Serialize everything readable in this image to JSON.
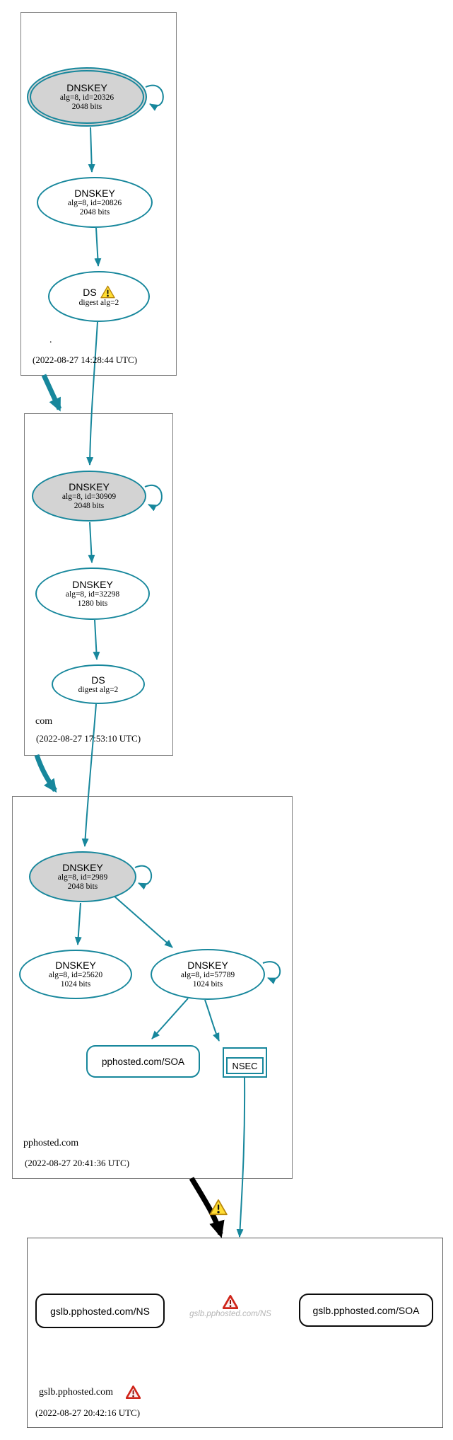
{
  "colors": {
    "edge_secure": "#17879c",
    "edge_error": "#000000",
    "ksk_fill": "#d3d3d3",
    "node_fill": "#ffffff",
    "box_border": "#7d7d7d",
    "warning_fill": "#ffdd33",
    "warning_border": "#b8860b",
    "error_fill": "#fdeeee",
    "error_border": "#cf251a",
    "missing_text": "#b5b5b5"
  },
  "icons": {
    "warning": "warning-triangle-icon",
    "error": "error-triangle-icon"
  },
  "zones": {
    "root": {
      "label": ".",
      "timestamp": "(2022-08-27 14:28:44 UTC)",
      "ksk": {
        "type": "DNSKEY",
        "alg": "alg=8, id=20326",
        "bits": "2048 bits"
      },
      "zsk": {
        "type": "DNSKEY",
        "alg": "alg=8, id=20826",
        "bits": "2048 bits"
      },
      "ds": {
        "type": "DS",
        "alg": "digest alg=2"
      }
    },
    "com": {
      "label": "com",
      "timestamp": "(2022-08-27 17:53:10 UTC)",
      "ksk": {
        "type": "DNSKEY",
        "alg": "alg=8, id=30909",
        "bits": "2048 bits"
      },
      "zsk": {
        "type": "DNSKEY",
        "alg": "alg=8, id=32298",
        "bits": "1280 bits"
      },
      "ds": {
        "type": "DS",
        "alg": "digest alg=2"
      }
    },
    "pphosted": {
      "label": "pphosted.com",
      "timestamp": "(2022-08-27 20:41:36 UTC)",
      "ksk": {
        "type": "DNSKEY",
        "alg": "alg=8, id=2989",
        "bits": "2048 bits"
      },
      "zsk1": {
        "type": "DNSKEY",
        "alg": "alg=8, id=25620",
        "bits": "1024 bits"
      },
      "zsk2": {
        "type": "DNSKEY",
        "alg": "alg=8, id=57789",
        "bits": "1024 bits"
      },
      "soa": {
        "label": "pphosted.com/SOA"
      },
      "nsec": {
        "label": "NSEC"
      }
    },
    "gslb": {
      "label": "gslb.pphosted.com",
      "timestamp": "(2022-08-27 20:42:16 UTC)",
      "ns": {
        "label": "gslb.pphosted.com/NS"
      },
      "soa": {
        "label": "gslb.pphosted.com/SOA"
      },
      "missing": {
        "label": "gslb.pphosted.com/NS"
      }
    }
  }
}
